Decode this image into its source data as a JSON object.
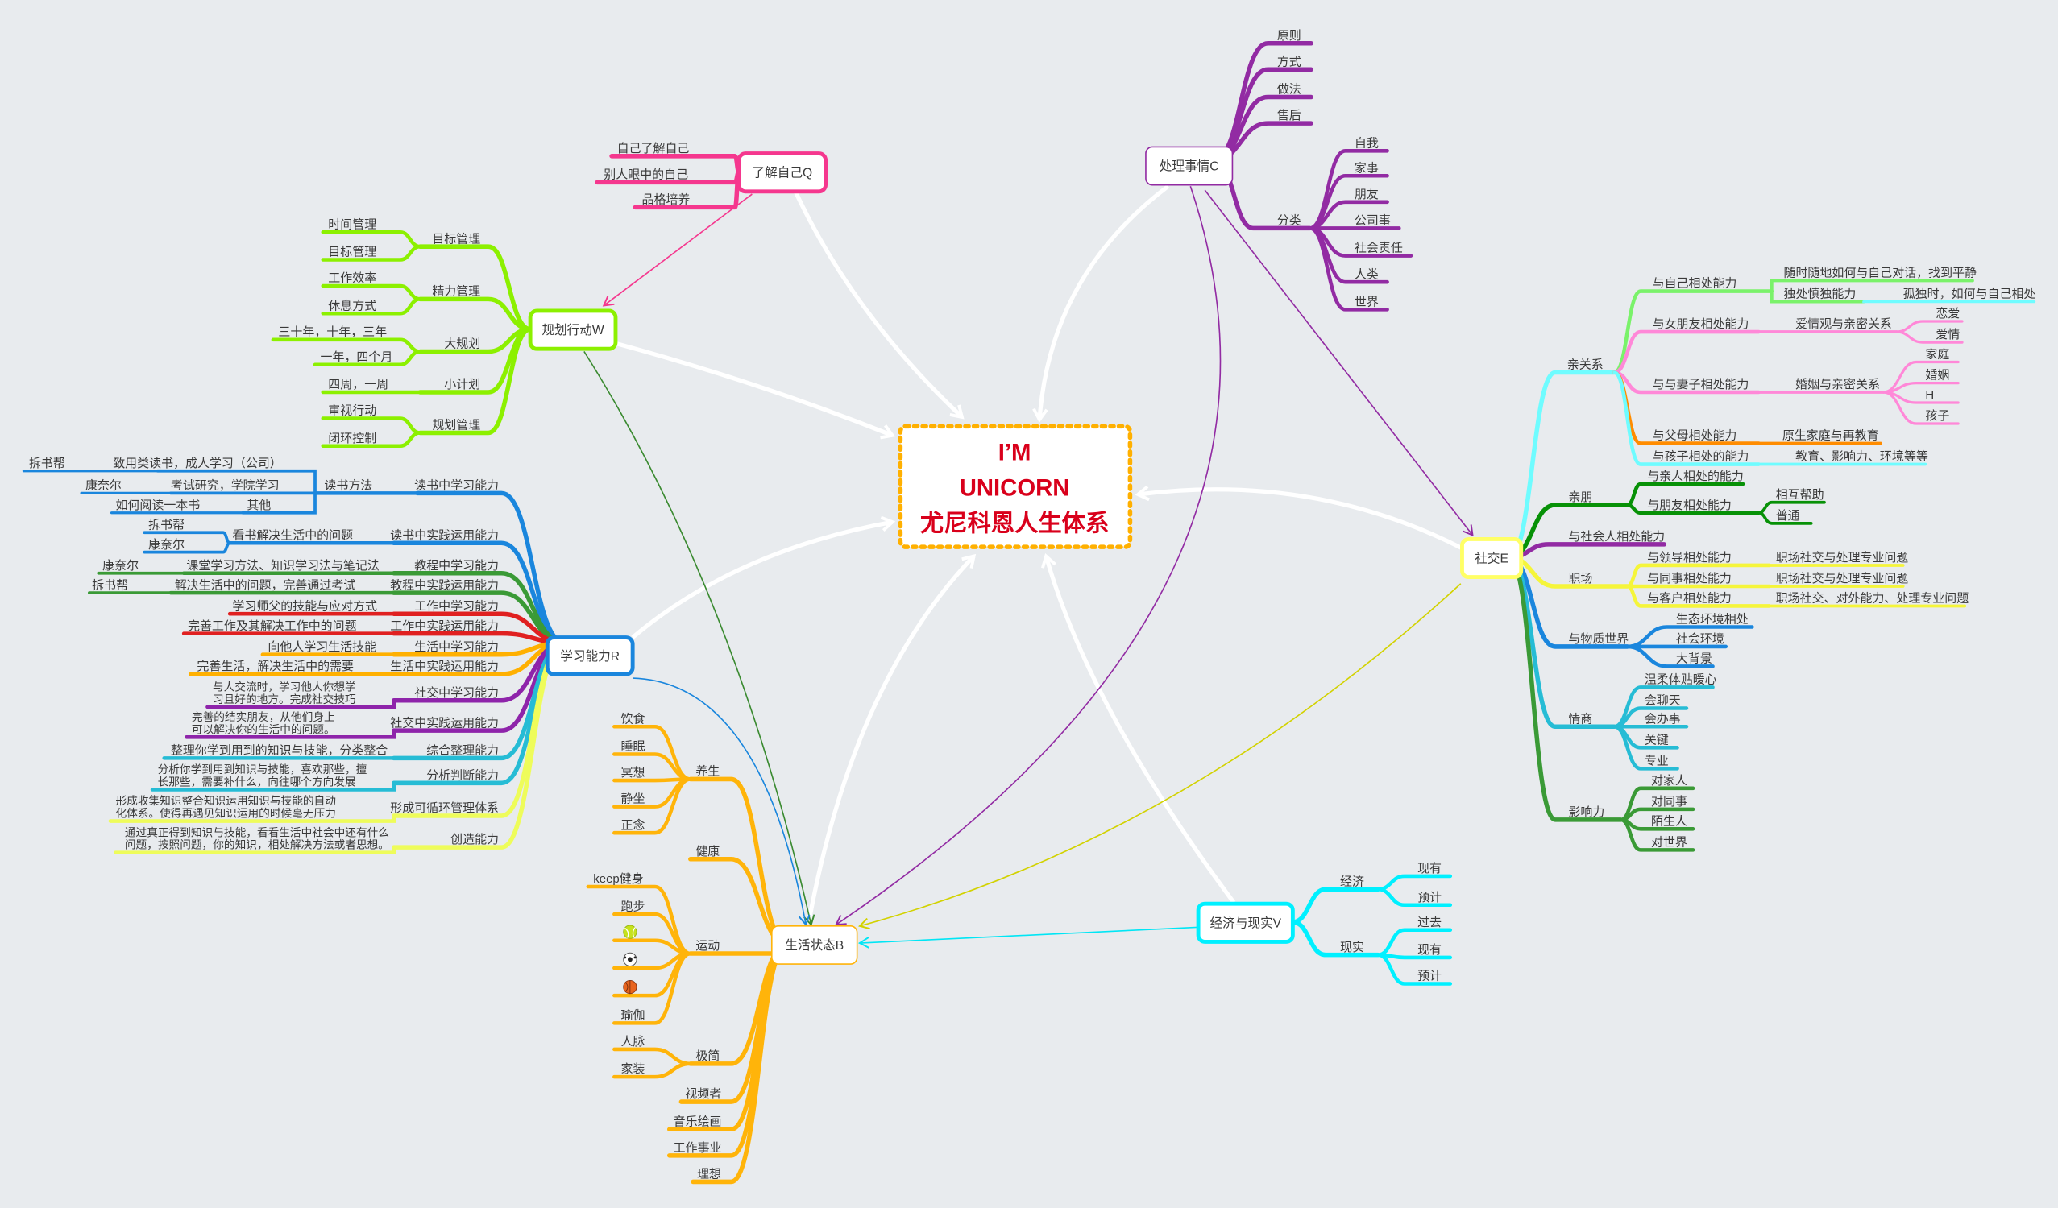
{
  "center": {
    "lines": [
      "I’M",
      "UNICORN",
      "尤尼科恩人生体系"
    ],
    "color": "#d9001b",
    "border": "#ffb000"
  },
  "topics": {
    "Q": {
      "label": "了解自己Q",
      "color": "#f5378e",
      "children": [
        {
          "label": "自己了解自己"
        },
        {
          "label": "别人眼中的自己"
        },
        {
          "label": "品格培养"
        }
      ]
    },
    "W": {
      "label": "规划行动W",
      "color": "#8cf000",
      "children": [
        {
          "label": "目标管理",
          "children": [
            {
              "label": "时间管理"
            },
            {
              "label": "目标管理"
            }
          ]
        },
        {
          "label": "精力管理",
          "children": [
            {
              "label": "工作效率"
            },
            {
              "label": "休息方式"
            }
          ]
        },
        {
          "label": "大规划",
          "children": [
            {
              "label": "三十年，十年，三年"
            },
            {
              "label": "一年，四个月"
            }
          ]
        },
        {
          "label": "小计划",
          "children": [
            {
              "label": "四周，一周"
            }
          ]
        },
        {
          "label": "规划管理",
          "children": [
            {
              "label": "审视行动"
            },
            {
              "label": "闭环控制"
            }
          ]
        }
      ]
    },
    "R": {
      "label": "学习能力R",
      "color": "#1a86dd",
      "children": [
        {
          "label": "读书中学习能力",
          "color": "#1a86dd",
          "children": [
            {
              "label": "读书方法",
              "children": [
                {
                  "label": "致用类读书，成人学习（公司）",
                  "children": [
                    {
                      "label": "拆书帮"
                    }
                  ]
                },
                {
                  "label": "考试研究，学院学习",
                  "children": [
                    {
                      "label": "康奈尔"
                    }
                  ]
                },
                {
                  "label": "其他",
                  "children": [
                    {
                      "label": "如何阅读一本书"
                    }
                  ]
                }
              ]
            }
          ]
        },
        {
          "label": "读书中实践运用能力",
          "color": "#1a86dd",
          "children": [
            {
              "label": "看书解决生活中的问题",
              "children": [
                {
                  "label": "拆书帮"
                },
                {
                  "label": "康奈尔"
                }
              ]
            }
          ]
        },
        {
          "label": "教程中学习能力",
          "color": "#3a9a36",
          "children": [
            {
              "label": "课堂学习方法、知识学习法与笔记法",
              "children": [
                {
                  "label": "康奈尔"
                }
              ]
            }
          ]
        },
        {
          "label": "教程中实践运用能力",
          "color": "#3a9a36",
          "children": [
            {
              "label": "解决生活中的问题，完善通过考试",
              "children": [
                {
                  "label": "拆书帮"
                }
              ]
            }
          ]
        },
        {
          "label": "工作中学习能力",
          "color": "#e02020",
          "children": [
            {
              "label": "学习师父的技能与应对方式"
            }
          ]
        },
        {
          "label": "工作中实践运用能力",
          "color": "#e02020",
          "children": [
            {
              "label": "完善工作及其解决工作中的问题"
            }
          ]
        },
        {
          "label": "生活中学习能力",
          "color": "#ffb000",
          "children": [
            {
              "label": "向他人学习生活技能"
            }
          ]
        },
        {
          "label": "生活中实践运用能力",
          "color": "#ffb000",
          "children": [
            {
              "label": "完善生活，解决生活中的需要"
            }
          ]
        },
        {
          "label": "社交中学习能力",
          "color": "#8e24aa",
          "children": [
            {
              "lines": [
                "与人交流时，学习他人你想学",
                "习且好的地方。完成社交技巧"
              ]
            }
          ]
        },
        {
          "label": "社交中实践运用能力",
          "color": "#8e24aa",
          "children": [
            {
              "lines": [
                "完善的结实朋友，从他们身上",
                "可以解决你的生活中的问题。"
              ]
            }
          ]
        },
        {
          "label": "综合整理能力",
          "color": "#26bcd5",
          "children": [
            {
              "label": "整理你学到用到的知识与技能，分类整合"
            }
          ]
        },
        {
          "label": "分析判断能力",
          "color": "#26bcd5",
          "children": [
            {
              "lines": [
                "分析你学到用到知识与技能，喜欢那些，擅",
                "长那些，需要补什么，向往哪个方向发展"
              ]
            }
          ]
        },
        {
          "label": "形成可循环管理体系",
          "color": "#eefc5a",
          "children": [
            {
              "lines": [
                "形成收集知识整合知识运用知识与技能的自动",
                "化体系。使得再遇见知识运用的时候毫无压力"
              ]
            }
          ]
        },
        {
          "label": "创造能力",
          "color": "#eefc5a",
          "children": [
            {
              "lines": [
                "通过真正得到知识与技能，看看生活中社会中还有什么",
                "问题，按照问题，你的知识，相处解决方法或者思想。"
              ]
            }
          ]
        }
      ]
    },
    "B": {
      "label": "生活状态B",
      "color": "#ffb40a",
      "children": [
        {
          "label": "养生",
          "children": [
            {
              "label": "饮食"
            },
            {
              "label": "睡眠"
            },
            {
              "label": "冥想"
            },
            {
              "label": "静坐"
            },
            {
              "label": "正念"
            }
          ]
        },
        {
          "label": "健康"
        },
        {
          "label": "运动",
          "children": [
            {
              "label": "keep健身"
            },
            {
              "label": "跑步"
            },
            {
              "icon": "tennis-ball-icon"
            },
            {
              "icon": "soccer-ball-icon"
            },
            {
              "icon": "basketball-icon"
            },
            {
              "label": "瑜伽"
            }
          ]
        },
        {
          "label": "极简",
          "children": [
            {
              "label": "人脉"
            },
            {
              "label": "家装"
            }
          ]
        },
        {
          "label": "视频者"
        },
        {
          "label": "音乐绘画"
        },
        {
          "label": "工作事业"
        },
        {
          "label": "理想"
        }
      ]
    },
    "C": {
      "label": "处理事情C",
      "color": "#922ba3",
      "children": [
        {
          "label": "原则"
        },
        {
          "label": "方式"
        },
        {
          "label": "做法"
        },
        {
          "label": "售后"
        },
        {
          "label": "分类",
          "children": [
            {
              "label": "自我"
            },
            {
              "label": "家事"
            },
            {
              "label": "朋友"
            },
            {
              "label": "公司事"
            },
            {
              "label": "社会责任"
            },
            {
              "label": "人类"
            },
            {
              "label": "世界"
            }
          ]
        }
      ]
    },
    "E": {
      "label": "社交E",
      "color": "#ffff66",
      "children": [
        {
          "label": "亲关系",
          "color": "#6ffcff",
          "children": [
            {
              "label": "与自己相处能力",
              "color": "#7af26a",
              "children": [
                {
                  "label": "随时随地如何与自己对话，找到平静"
                },
                {
                  "label": "独处慎独能力",
                  "children": [
                    {
                      "label": "孤独时，如何与自己相处",
                      "color": "#6ffcff"
                    }
                  ]
                }
              ]
            },
            {
              "label": "与女朋友相处能力",
              "color": "#ff88d8",
              "children": [
                {
                  "label": "爱情观与亲密关系",
                  "children": [
                    {
                      "label": "恋爱"
                    },
                    {
                      "label": "爱情"
                    }
                  ]
                }
              ]
            },
            {
              "label": "与与妻子相处能力",
              "color": "#ff88d8",
              "children": [
                {
                  "label": "婚姻与亲密关系",
                  "children": [
                    {
                      "label": "家庭"
                    },
                    {
                      "label": "婚姻"
                    },
                    {
                      "label": "H"
                    },
                    {
                      "label": "孩子"
                    }
                  ]
                }
              ]
            },
            {
              "label": "与父母相处能力",
              "color": "#ff8c00",
              "children": [
                {
                  "label": "原生家庭与再教育"
                }
              ]
            },
            {
              "label": "与孩子相处的能力",
              "color": "#6ffcff",
              "children": [
                {
                  "label": "教育、影响力、环境等等"
                }
              ]
            }
          ]
        },
        {
          "label": "亲朋",
          "color": "#079107",
          "children": [
            {
              "label": "与亲人相处的能力"
            },
            {
              "label": "与朋友相处能力",
              "children": [
                {
                  "label": "相互帮助"
                },
                {
                  "label": "普通"
                }
              ]
            }
          ]
        },
        {
          "label": "与社会人相处能力",
          "color": "#922ba3"
        },
        {
          "label": "职场",
          "color": "#f5f53a",
          "children": [
            {
              "label": "与领导相处能力",
              "children": [
                {
                  "label": "职场社交与处理专业问题"
                }
              ]
            },
            {
              "label": "与同事相处能力",
              "children": [
                {
                  "label": "职场社交与处理专业问题"
                }
              ]
            },
            {
              "label": "与客户相处能力",
              "children": [
                {
                  "label": "职场社交、对外能力、处理专业问题"
                }
              ]
            }
          ]
        },
        {
          "label": "与物质世界",
          "color": "#1a86dd",
          "children": [
            {
              "label": "生态环境相处"
            },
            {
              "label": "社会环境"
            },
            {
              "label": "大背景"
            }
          ]
        },
        {
          "label": "情商",
          "color": "#26bcd5",
          "children": [
            {
              "label": "温柔体贴暖心"
            },
            {
              "label": "会聊天"
            },
            {
              "label": "会办事"
            },
            {
              "label": "关键"
            },
            {
              "label": "专业"
            }
          ]
        },
        {
          "label": "影响力",
          "color": "#3a9a36",
          "children": [
            {
              "label": "对家人"
            },
            {
              "label": "对同事"
            },
            {
              "label": "陌生人"
            },
            {
              "label": "对世界"
            }
          ]
        }
      ]
    },
    "V": {
      "label": "经济与现实V",
      "color": "#00f0ff",
      "children": [
        {
          "label": "经济",
          "children": [
            {
              "label": "现有"
            },
            {
              "label": "预计"
            }
          ]
        },
        {
          "label": "现实",
          "children": [
            {
              "label": "过去"
            },
            {
              "label": "现有"
            },
            {
              "label": "预计"
            }
          ]
        }
      ]
    }
  }
}
